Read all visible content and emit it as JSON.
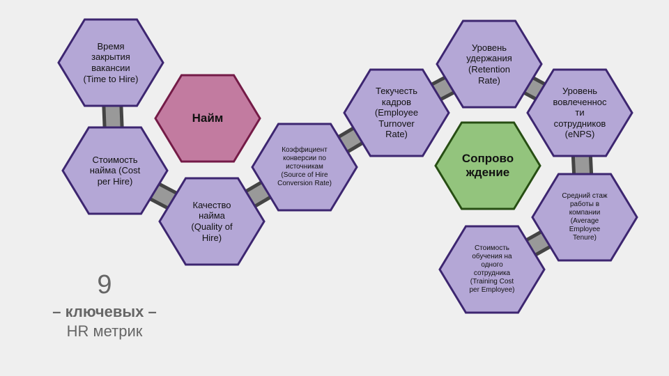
{
  "colors": {
    "background": "#efefef",
    "metric_fill": "#b4a7d6",
    "metric_stroke": "#3d2670",
    "hire_fill": "#c27ba0",
    "hire_stroke": "#741b47",
    "retain_fill": "#93c47d",
    "retain_stroke": "#274e13",
    "connector": "#999999",
    "connector_outline": "#444444"
  },
  "hubs": {
    "hire": "Найм",
    "retain": "Сопрово\nждение"
  },
  "metrics": {
    "time_to_hire": "Время\nзакрытия\nвакансии\n(Time to Hire)",
    "cost_per_hire": "Стоимость\nнайма (Cost\nper Hire)",
    "quality_of_hire": "Качество\nнайма\n(Quality of\nHire)",
    "source_conversion": "Коэффициент\nконверсии по\nисточникам\n(Source of Hire\nConversion Rate)",
    "turnover": "Текучесть\nкадров\n(Employee\nTurnover\nRate)",
    "retention": "Уровень\nудержания\n(Retention\nRate)",
    "engagement": "Уровень\nвовлеченнос\nти\nсотрудников\n(eNPS)",
    "tenure": "Средний стаж\nработы в\nкомпании\n(Average\nEmployee\nTenure)",
    "training_cost": "Стоимость\nобучения на\nодного\nсотрудника\n(Training Cost\nper Employee)"
  },
  "caption": {
    "count": "9",
    "key": "– ключевых –",
    "hr": "HR метрик"
  }
}
